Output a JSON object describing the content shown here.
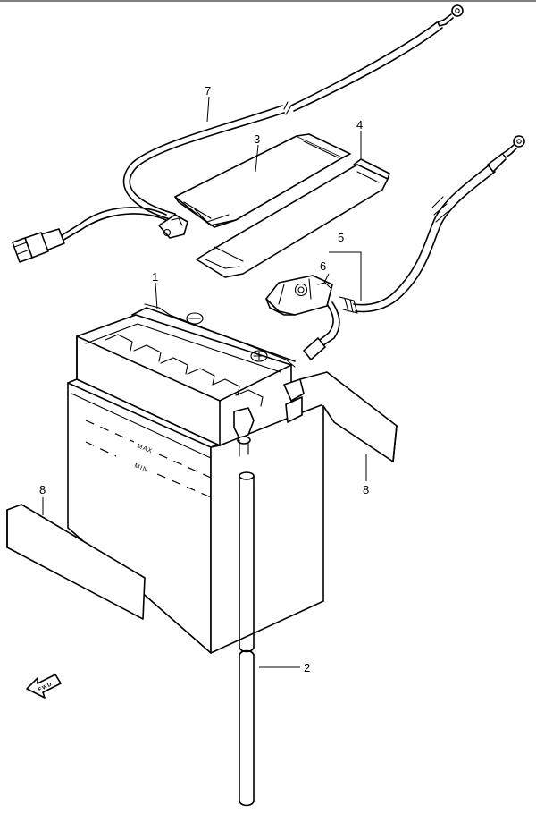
{
  "callouts": [
    {
      "id": "1",
      "label": "1"
    },
    {
      "id": "2",
      "label": "2"
    },
    {
      "id": "3",
      "label": "3"
    },
    {
      "id": "4",
      "label": "4"
    },
    {
      "id": "5",
      "label": "5"
    },
    {
      "id": "6",
      "label": "6"
    },
    {
      "id": "7",
      "label": "7"
    },
    {
      "id": "8a",
      "label": "8"
    },
    {
      "id": "8b",
      "label": "8"
    }
  ],
  "battery": {
    "max_label": "MAX",
    "min_label": "MIN",
    "minus_symbol": "⊖",
    "plus_symbol": "⊕"
  },
  "direction_arrow": {
    "label": "FWD"
  }
}
